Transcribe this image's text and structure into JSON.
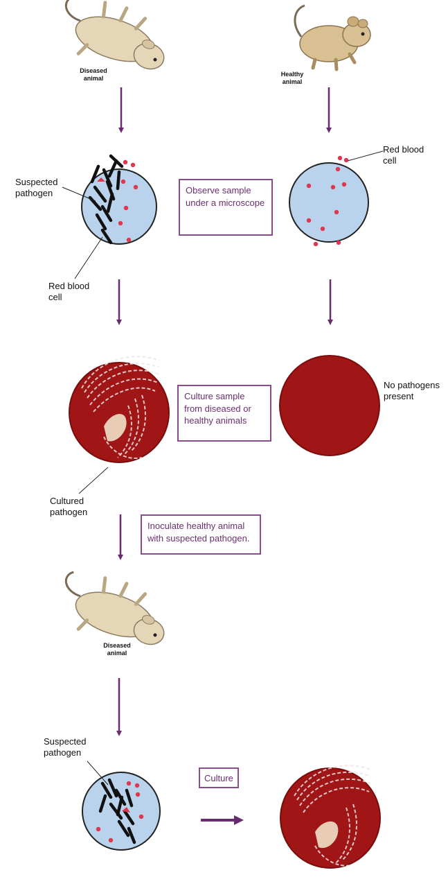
{
  "labels": {
    "diseased_animal_top": "Diseased animal",
    "healthy_animal": "Healthy animal",
    "suspected_pathogen_top": "Suspected pathogen",
    "red_blood_cell_left": "Red blood cell",
    "red_blood_cell_right": "Red blood cell",
    "no_pathogens": "No pathogens present",
    "cultured_pathogen": "Cultured pathogen",
    "diseased_animal_bottom": "Diseased animal",
    "suspected_pathogen_bottom": "Suspected pathogen"
  },
  "steps": {
    "observe": "Observe sample under a microscope",
    "culture_sample": "Culture sample from diseased or healthy animals",
    "inoculate": "Inoculate healthy animal with suspected pathogen.",
    "culture": "Culture"
  },
  "colors": {
    "arrow": "#6a2a72",
    "slide_fill": "#b9d3ec",
    "blood_cell": "#e0364f",
    "agar": "#a01515",
    "box_border": "#8a4a8e"
  }
}
